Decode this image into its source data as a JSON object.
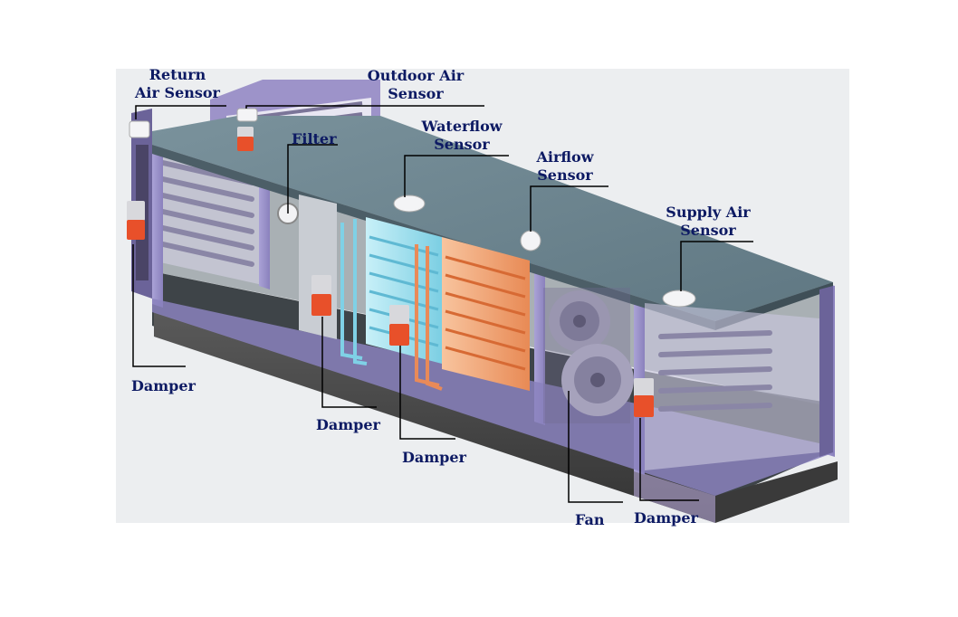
{
  "diagram": {
    "labels": {
      "return_air_sensor": [
        "Return",
        "Air Sensor"
      ],
      "outdoor_air_sensor": [
        "Outdoor Air",
        "Sensor"
      ],
      "filter": "Filter",
      "waterflow_sensor": [
        "Waterflow",
        "Sensor"
      ],
      "airflow_sensor": [
        "Airflow",
        "Sensor"
      ],
      "supply_air_sensor": [
        "Supply Air",
        "Sensor"
      ],
      "damper_left": "Damper",
      "damper_cooling": "Damper",
      "damper_heating": "Damper",
      "fan": "Fan",
      "damper_right": "Damper"
    },
    "colors": {
      "label_text": "#0d1a63",
      "frame": "#9d93c9",
      "frame_dark": "#6b6399",
      "roof": "#6f8590",
      "base": "#4b4b4b",
      "cooling_coil": "#9fdcec",
      "heating_coil": "#f2a070",
      "actuator": "#e8502a",
      "background_panel": "#e9ecef"
    }
  }
}
